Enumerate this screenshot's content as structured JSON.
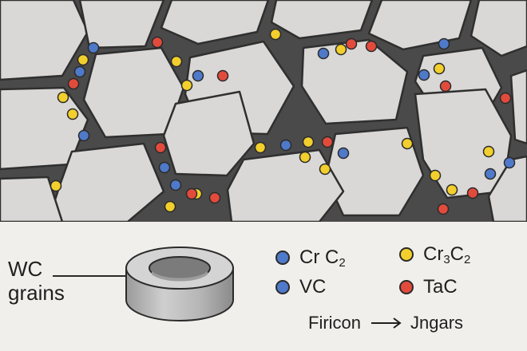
{
  "colors": {
    "binder": "#4a4a4a",
    "grain": "#d9d8d6",
    "grain_edge": "#2f2f2f",
    "blue": "#4f79c9",
    "yellow": "#f2cf2c",
    "red": "#e24b3c",
    "panel_bg": "#f1efeb"
  },
  "wc_label": {
    "line1": "WC",
    "line2": "grains"
  },
  "legend": [
    {
      "color": "blue",
      "name": "Cr",
      "sub_label": "C",
      "subscript": "2"
    },
    {
      "color": "yellow",
      "name": "Cr",
      "sub_label": "C",
      "subscript": "3",
      "subscript2": "2"
    },
    {
      "color": "blue",
      "name": "VC"
    },
    {
      "color": "red",
      "name": "TaC"
    }
  ],
  "flow": {
    "from": "Firicon",
    "to": "Jngars"
  }
}
